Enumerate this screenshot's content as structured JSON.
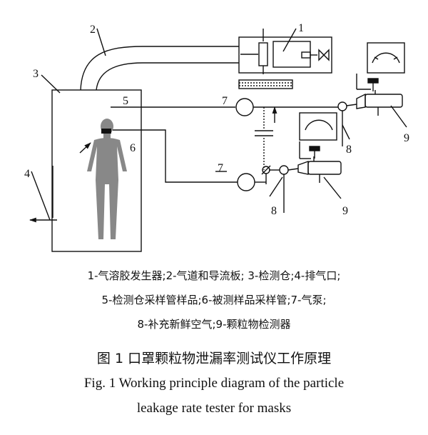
{
  "diagram": {
    "labels": {
      "n1": "1",
      "n2": "2",
      "n3": "3",
      "n4": "4",
      "n5": "5",
      "n6": "6",
      "n7a": "7",
      "n7b": "7",
      "n8a": "8",
      "n8b": "8",
      "n9a": "9",
      "n9b": "9"
    }
  },
  "legend": {
    "line1": "1-气溶胶发生器;2-气道和导流板; 3-检测仓;4-排气口;",
    "line2": "5-检测仓采样管样品;6-被测样品采样管;7-气泵;",
    "line3": "8-补充新鲜空气;9-颗粒物检测器"
  },
  "figure": {
    "title_cn": "图 1    口罩颗粒物泄漏率测试仪工作原理",
    "title_en_1": "Fig. 1    Working principle diagram of the particle",
    "title_en_2": "leakage rate tester for masks"
  }
}
